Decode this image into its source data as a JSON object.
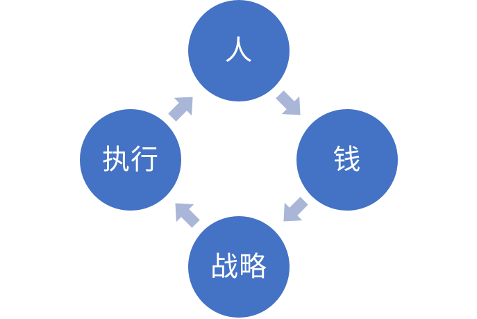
{
  "diagram": {
    "type": "cycle",
    "colors": {
      "node_fill": "#4472c4",
      "node_text": "#ffffff",
      "arrow_fill": "#aab6d8"
    },
    "nodes": [
      {
        "label": "人"
      },
      {
        "label": "钱"
      },
      {
        "label": "战略"
      },
      {
        "label": "执行"
      }
    ],
    "flow": [
      "人",
      "钱",
      "战略",
      "执行",
      "人"
    ]
  }
}
